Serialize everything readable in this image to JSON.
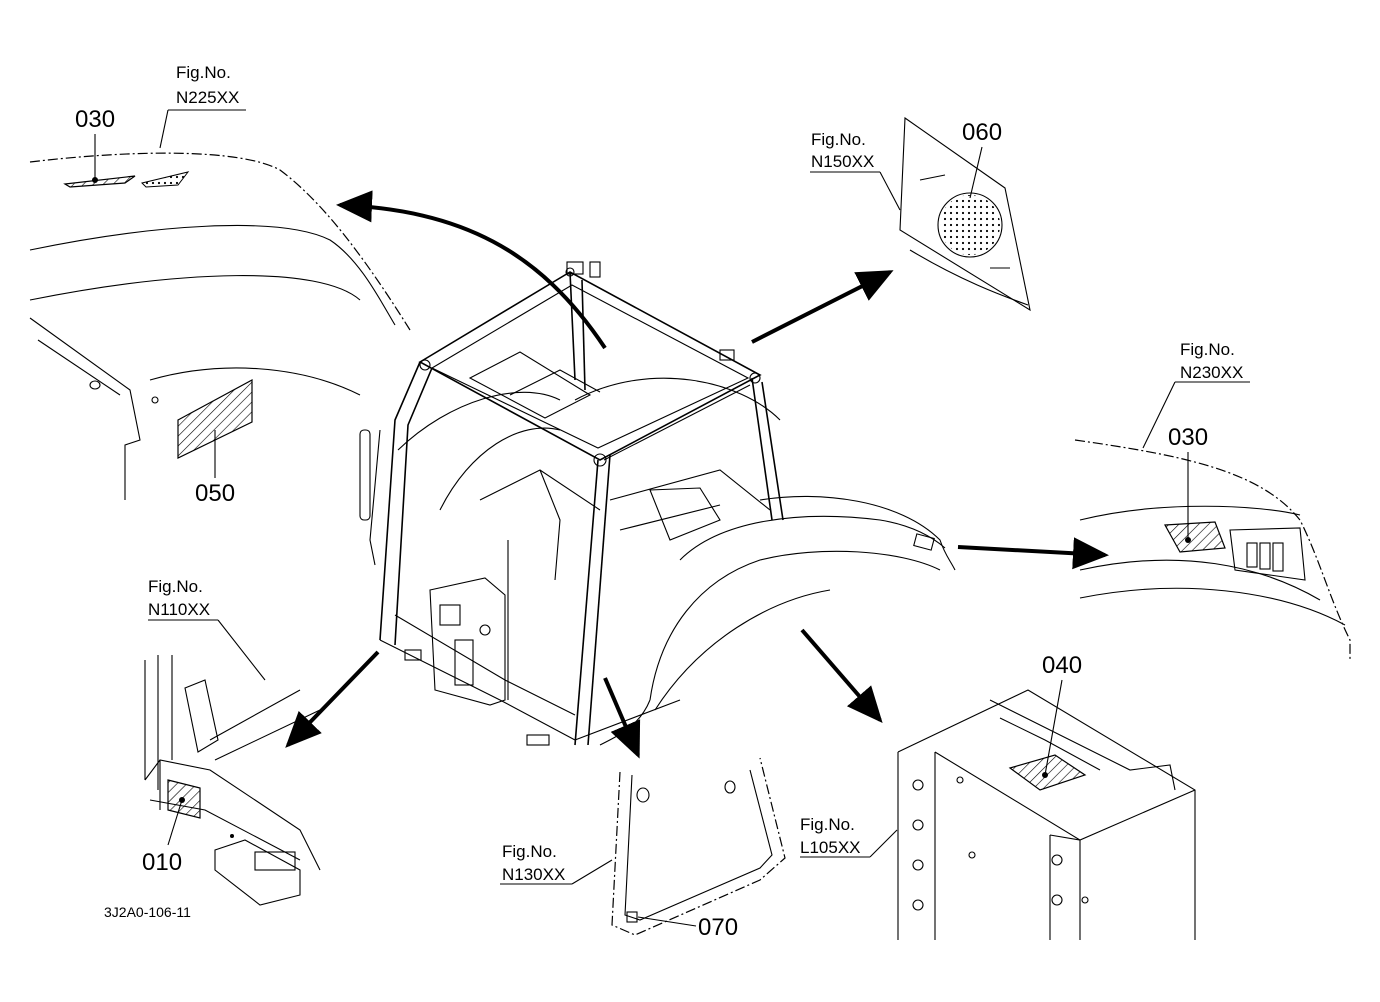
{
  "diagram": {
    "drawing_code": "3J2A0-106-11",
    "fig_prefix": "Fig.No.",
    "callouts": [
      {
        "id": "n225",
        "fig_label": "Fig.No.",
        "fig_code": "N225XX",
        "parts": [
          "030",
          "050"
        ]
      },
      {
        "id": "n150",
        "fig_label": "Fig.No.",
        "fig_code": "N150XX",
        "parts": [
          "060"
        ]
      },
      {
        "id": "n230",
        "fig_label": "Fig.No.",
        "fig_code": "N230XX",
        "parts": [
          "030"
        ]
      },
      {
        "id": "n110",
        "fig_label": "Fig.No.",
        "fig_code": "N110XX",
        "parts": [
          "010"
        ]
      },
      {
        "id": "n130",
        "fig_label": "Fig.No.",
        "fig_code": "N130XX",
        "parts": [
          "070"
        ]
      },
      {
        "id": "l105",
        "fig_label": "Fig.No.",
        "fig_code": "L105XX",
        "parts": [
          "040"
        ]
      }
    ]
  }
}
